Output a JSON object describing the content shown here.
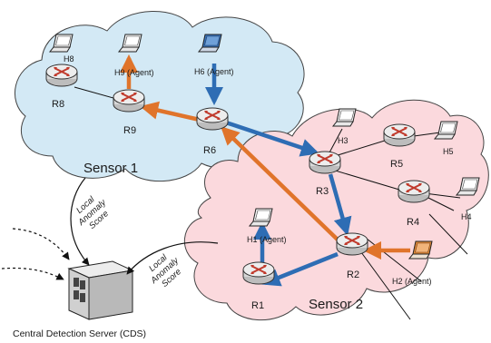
{
  "sensors": {
    "sensor1": "Sensor 1",
    "sensor2": "Sensor 2"
  },
  "routers": {
    "R1": "R1",
    "R2": "R2",
    "R3": "R3",
    "R4": "R4",
    "R5": "R5",
    "R6": "R6",
    "R8": "R8",
    "R9": "R9"
  },
  "hosts": {
    "H1": "H1 (Agent)",
    "H2": "H2 (Agent)",
    "H3": "H3",
    "H4": "H4",
    "H5": "H5",
    "H6": "H6 (Agent)",
    "H8": "H8",
    "H9": "H9 (Agent)"
  },
  "scores": {
    "score1": [
      "Local",
      "Anomaly",
      "Score"
    ],
    "score2": [
      "Local",
      "Anomaly",
      "Score"
    ]
  },
  "cds_label": "Central Detection Server (CDS)",
  "colors": {
    "sensor1_fill": "#d3e9f5",
    "sensor2_fill": "#fbd9dd",
    "blue_flow": "#2e6db4",
    "orange_flow": "#e0742b",
    "router_body": "#e6e6e6",
    "router_arrows": "#c0392b",
    "agent_laptop_blue": "#3a72b8",
    "agent_laptop_orange": "#e08a3a"
  }
}
